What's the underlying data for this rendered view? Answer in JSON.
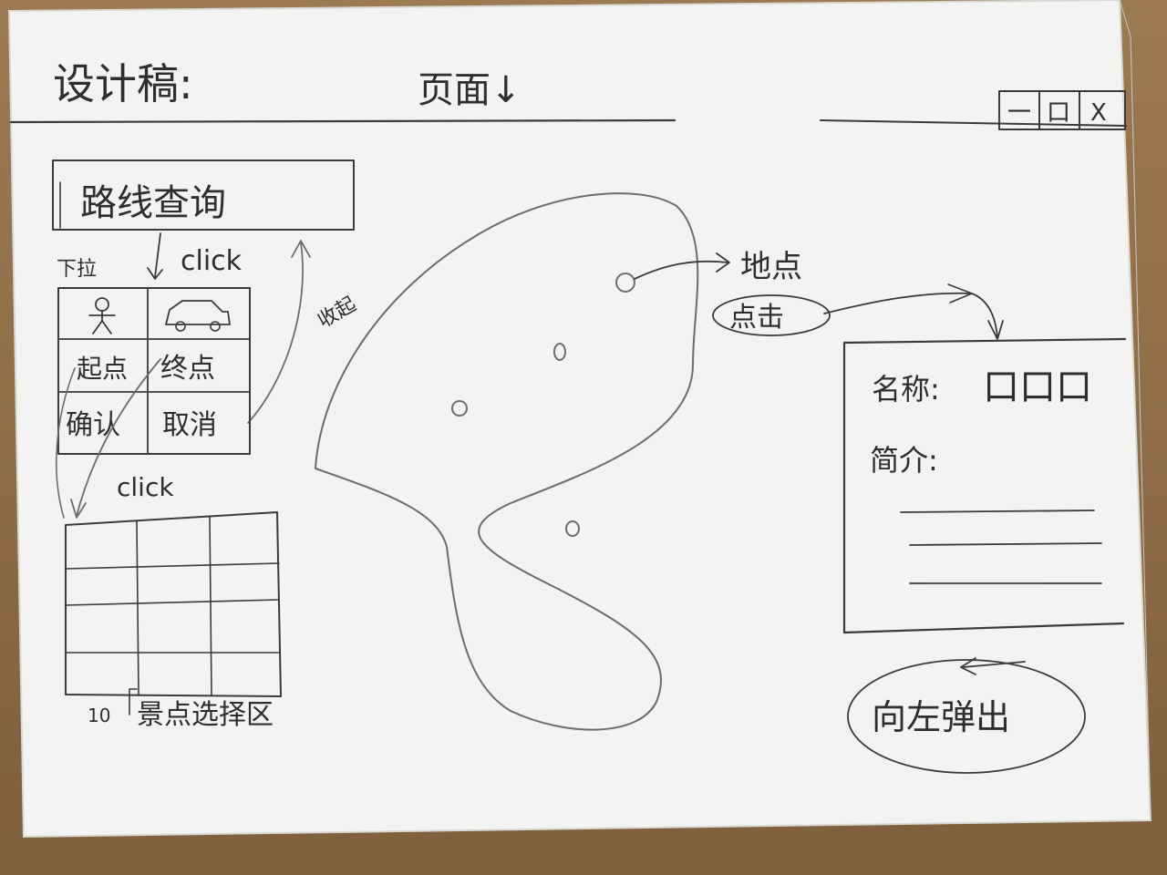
{
  "header": {
    "title": "设计稿:",
    "page_label": "页面↓",
    "window_controls": {
      "minimize": "一",
      "maximize": "口",
      "close": "X"
    }
  },
  "route_panel": {
    "title": "路线查询",
    "dropdown_hint": "下拉",
    "click_hint": "click",
    "collapse_hint": "收起",
    "mode_walk_icon": "person-icon",
    "mode_car_icon": "car-icon",
    "start_label": "起点",
    "end_label": "终点",
    "confirm_label": "确认",
    "cancel_label": "取消",
    "click_hint_2": "click"
  },
  "spot_grid": {
    "count": "10",
    "label": "景点选择区",
    "rows": 4,
    "cols": 3
  },
  "map": {
    "location_label": "地点",
    "click_label": "点击"
  },
  "info_panel": {
    "name_label": "名称:",
    "name_value": "口口口",
    "intro_label": "简介:"
  },
  "slide_note": "向左弹出"
}
